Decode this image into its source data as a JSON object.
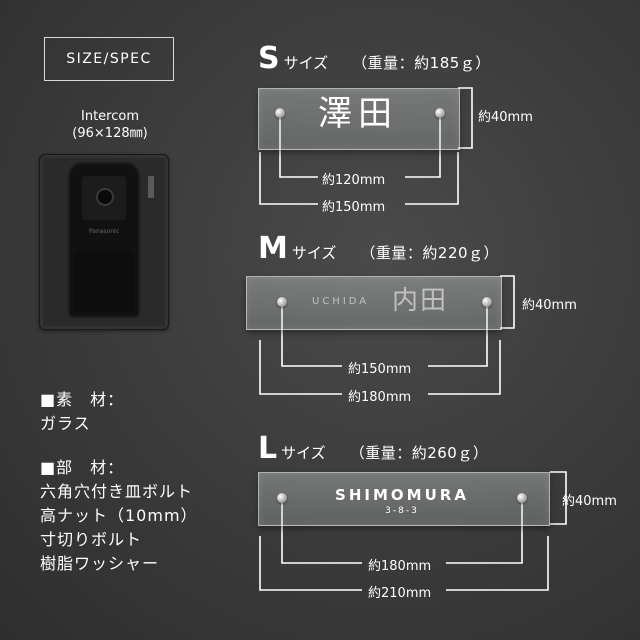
{
  "badge": {
    "label": "SIZE/SPEC"
  },
  "intercom": {
    "title": "Intercom",
    "size": "(96×128㎜)",
    "brand": "Panasonic"
  },
  "spec": {
    "material_label": "■素　材：",
    "material_value": "ガラス",
    "parts_label": "■部　材：",
    "parts": [
      "六角穴付き皿ボルト",
      "高ナット（10mm）",
      "寸切りボルト",
      "樹脂ワッシャー"
    ]
  },
  "sizes": [
    {
      "letter": "S",
      "label": "サイズ",
      "weight": "（重量：約185ｇ）",
      "plate_text": "澤田",
      "plate_sub": "",
      "plate_prefix": "",
      "height": "約40mm",
      "inner": "約120mm",
      "outer": "約150mm"
    },
    {
      "letter": "M",
      "label": "サイズ",
      "weight": "（重量：約220ｇ）",
      "plate_text": "内田",
      "plate_sub": "",
      "plate_prefix": "UCHIDA",
      "height": "約40mm",
      "inner": "約150mm",
      "outer": "約180mm"
    },
    {
      "letter": "L",
      "label": "サイズ",
      "weight": "（重量：約260ｇ）",
      "plate_text": "SHIMOMURA",
      "plate_sub": "3-8-3",
      "plate_prefix": "",
      "height": "約40mm",
      "inner": "約180mm",
      "outer": "約210mm"
    }
  ],
  "colors": {
    "background": "#3a3a3a",
    "text": "#ffffff",
    "lines": "#ffffff"
  }
}
